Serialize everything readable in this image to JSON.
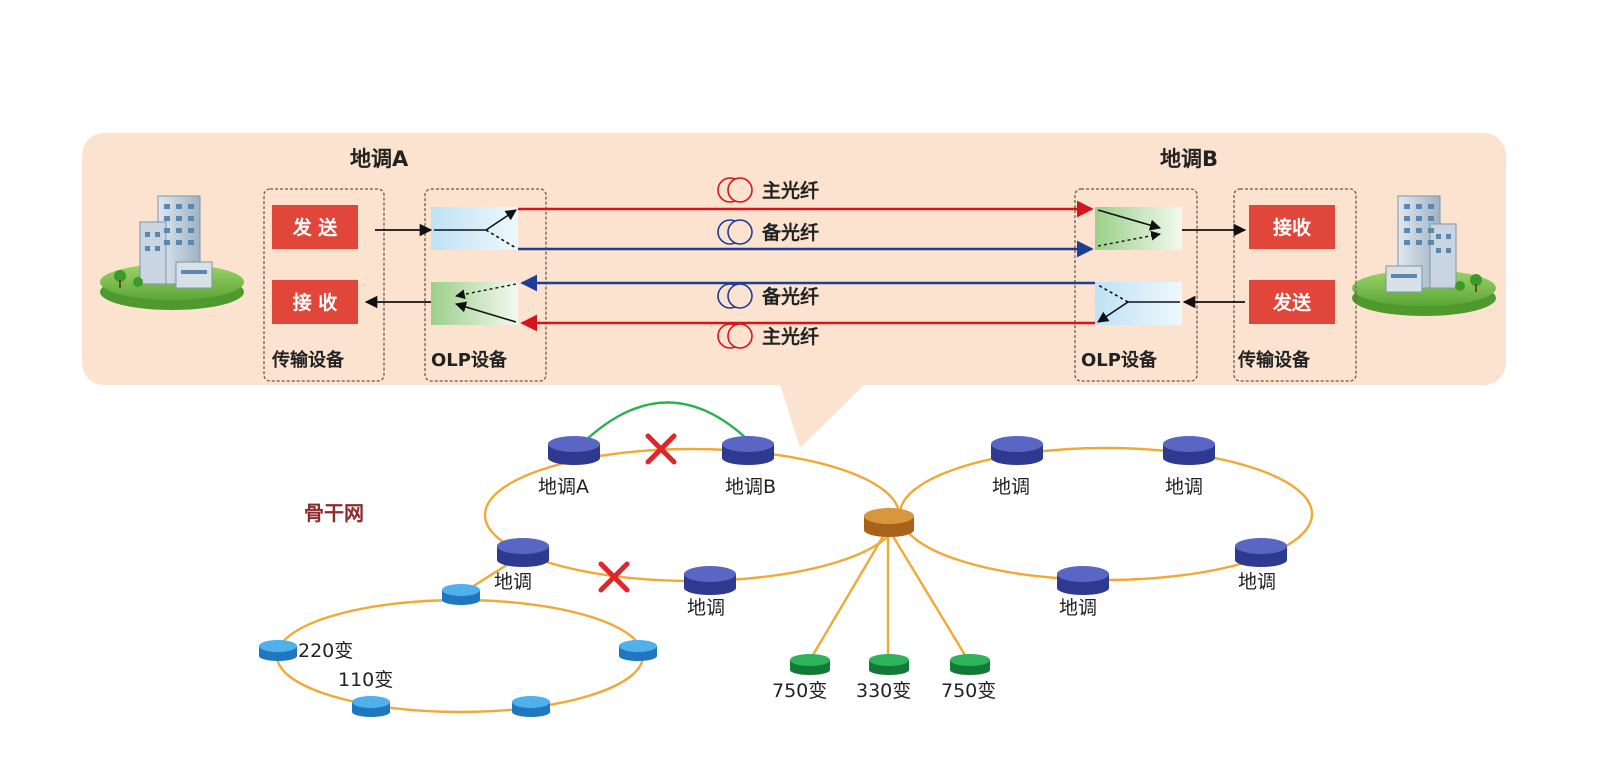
{
  "colors": {
    "panel_bg": "#fbe3cf",
    "red_box": "#e0473a",
    "main_fiber": "#d8141b",
    "backup_fiber": "#1f3d94",
    "ring": "#f0a935",
    "node_blue_dark": "#3b46a3",
    "node_blue_light": "#2a8fd6",
    "node_green": "#1e9e4c",
    "node_hub": "#c77d26",
    "arc_green": "#2fb04f",
    "cross": "#e0262a",
    "backbone_label": "#8b2b2b"
  },
  "icons": [
    "building-icon",
    "fiber-coil-icon",
    "optical-switch-icon",
    "cross-icon"
  ],
  "panel": {
    "site_a_title": "地调A",
    "site_b_title": "地调B",
    "a_send": "发 送",
    "a_receive": "接 收",
    "a_transport_label": "传输设备",
    "a_olp_label": "OLP设备",
    "b_receive": "接收",
    "b_send": "发送",
    "b_olp_label": "OLP设备",
    "b_transport_label": "传输设备",
    "fiber_main_1": "主光纤",
    "fiber_backup_1": "备光纤",
    "fiber_backup_2": "备光纤",
    "fiber_main_2": "主光纤"
  },
  "network": {
    "backbone_label": "骨干网",
    "node_a": "地调A",
    "node_b": "地调B",
    "left_ring_node_left": "地调",
    "left_ring_node_bottom": "地调",
    "right_ring_node_1": "地调",
    "right_ring_node_2": "地调",
    "right_ring_node_3": "地调",
    "right_ring_node_4": "地调",
    "sub_220": "220变",
    "sub_110": "110变",
    "sub_750_left": "750变",
    "sub_330": "330变",
    "sub_750_right": "750变"
  }
}
